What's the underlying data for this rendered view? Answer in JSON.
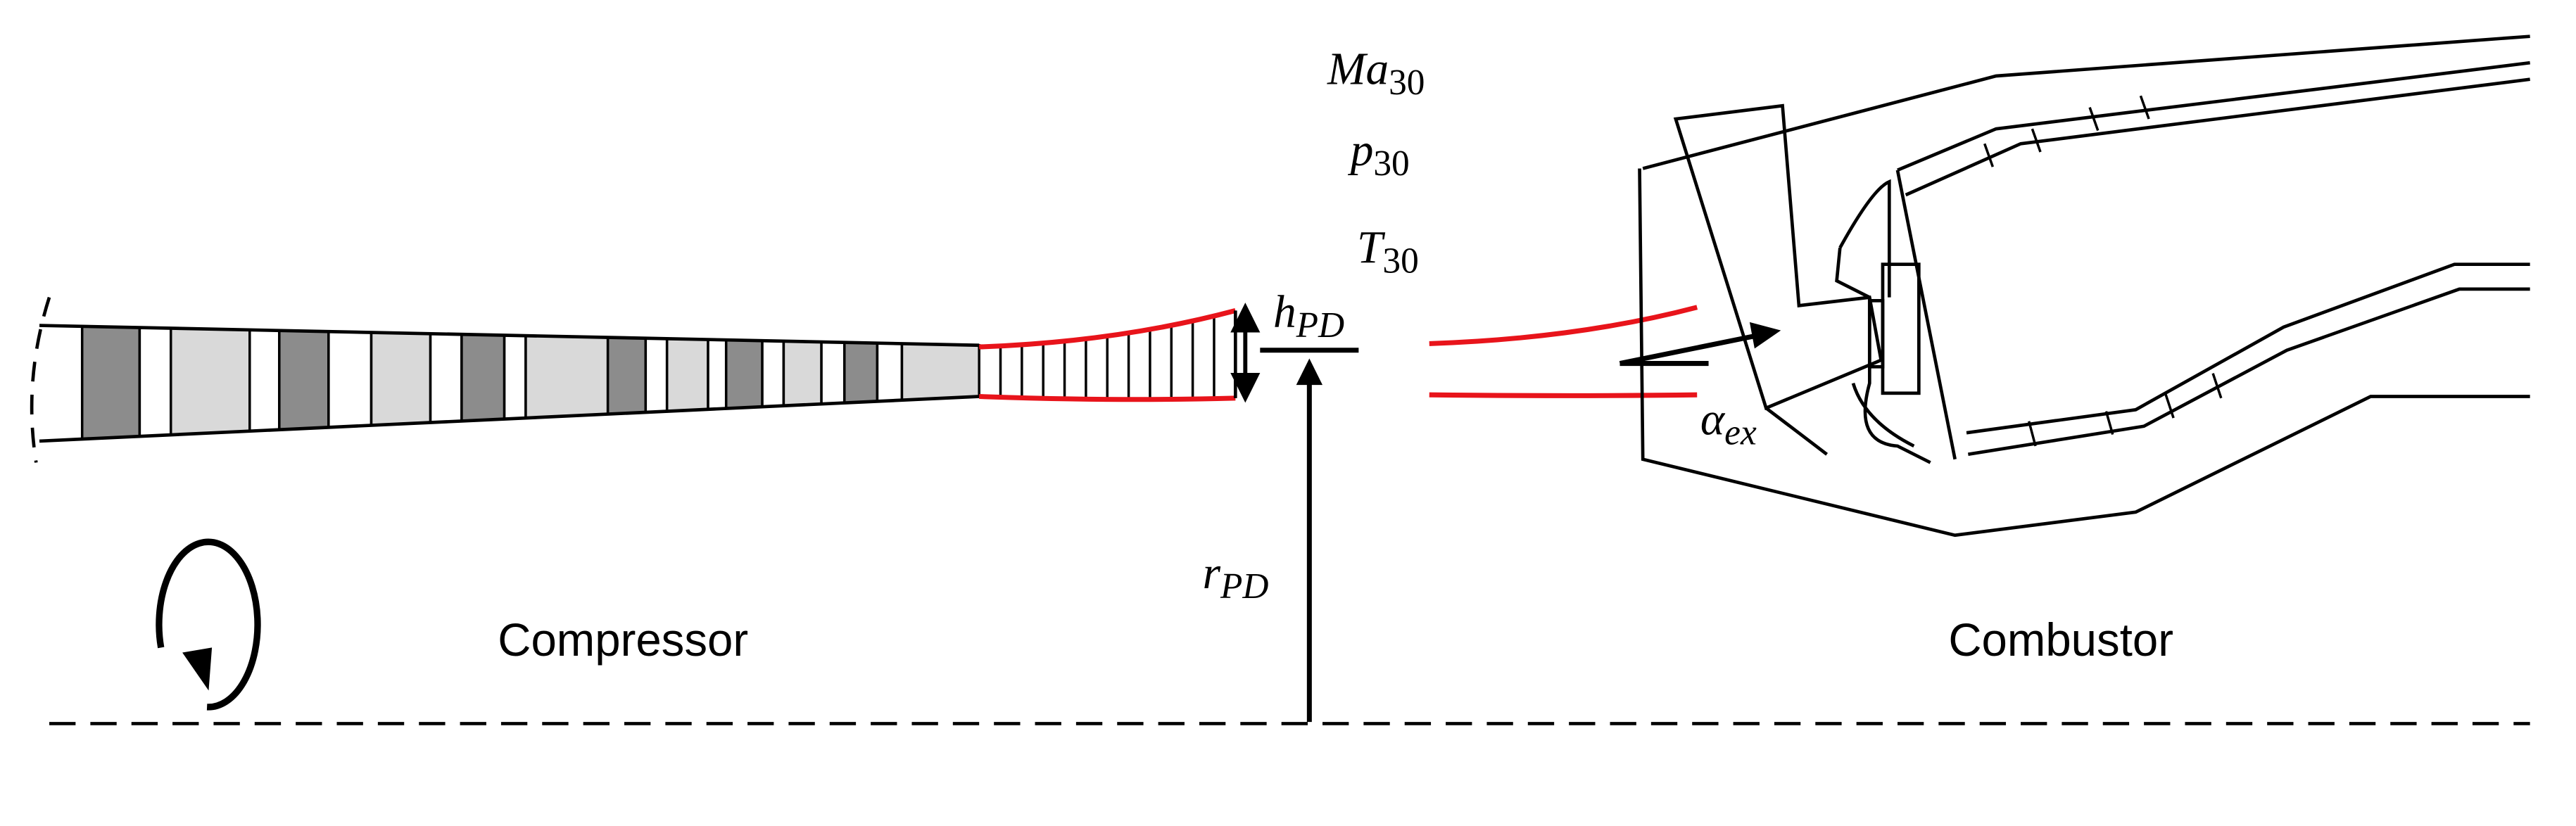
{
  "labels": {
    "compressor": "Compressor",
    "combustor": "Combustor",
    "mach": {
      "base": "Ma",
      "sub": "30"
    },
    "pressure": {
      "base": "p",
      "sub": "30"
    },
    "temperature": {
      "base": "T",
      "sub": "30"
    },
    "height": {
      "base": "h",
      "sub": "PD"
    },
    "radius": {
      "base": "r",
      "sub": "PD"
    },
    "angle": {
      "base": "α",
      "sub": "ex"
    }
  },
  "colors": {
    "line": "#000000",
    "highlight": "#e8141b",
    "blade_dark": "#8c8c8c",
    "blade_light": "#d9d9d9",
    "blade_white": "#ffffff"
  },
  "icons": {
    "rotation": "rotation-arrow-icon"
  }
}
